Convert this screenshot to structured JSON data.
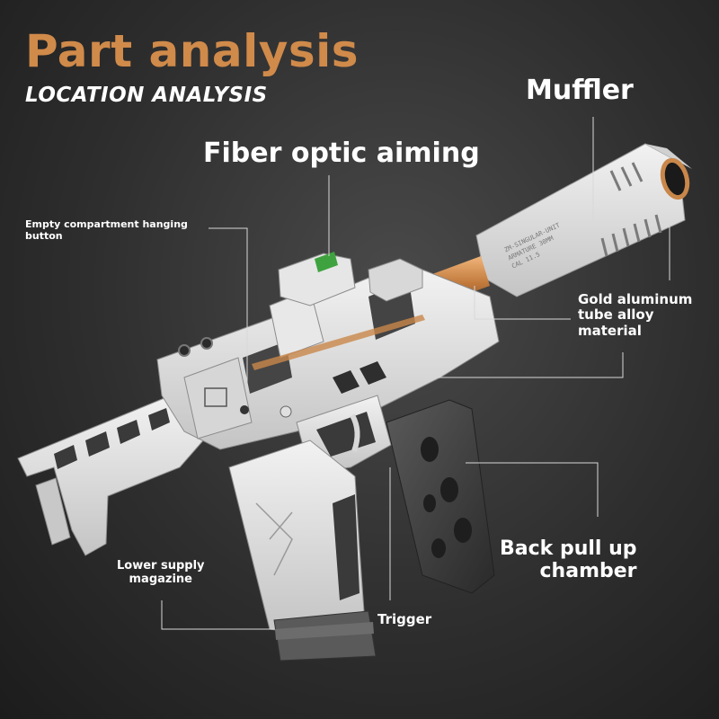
{
  "header": {
    "title": "Part analysis",
    "subtitle": "LOCATION ANALYSIS"
  },
  "labels": {
    "muffler": "Muffler",
    "fiber_optic": "Fiber optic aiming",
    "empty_compartment": "Empty compartment hanging button",
    "gold_tube_line1": "Gold aluminum",
    "gold_tube_line2": "tube alloy",
    "gold_tube_line3": "material",
    "back_pull_line1": "Back pull up",
    "back_pull_line2": "chamber",
    "lower_supply_line1": "Lower supply",
    "lower_supply_line2": "magazine",
    "trigger": "Trigger"
  },
  "colors": {
    "accent": "#d08a4a",
    "body": "#e2e2e2",
    "dark_part": "#3a3a3a",
    "barrel": "#c98a50"
  }
}
